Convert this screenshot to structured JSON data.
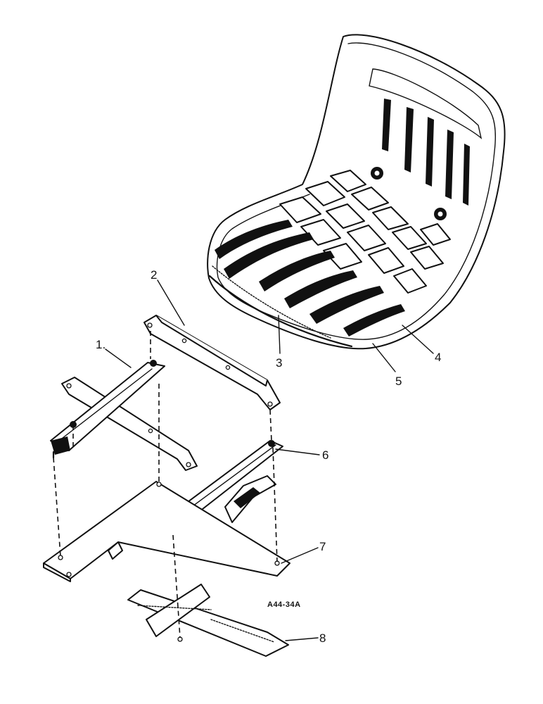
{
  "callouts": {
    "c1": "1.",
    "c2": "2",
    "c3": "3",
    "c4": "4",
    "c5": "5",
    "c6": "6",
    "c7": "7",
    "c8": "8"
  },
  "drawing_code": "A44-34A"
}
